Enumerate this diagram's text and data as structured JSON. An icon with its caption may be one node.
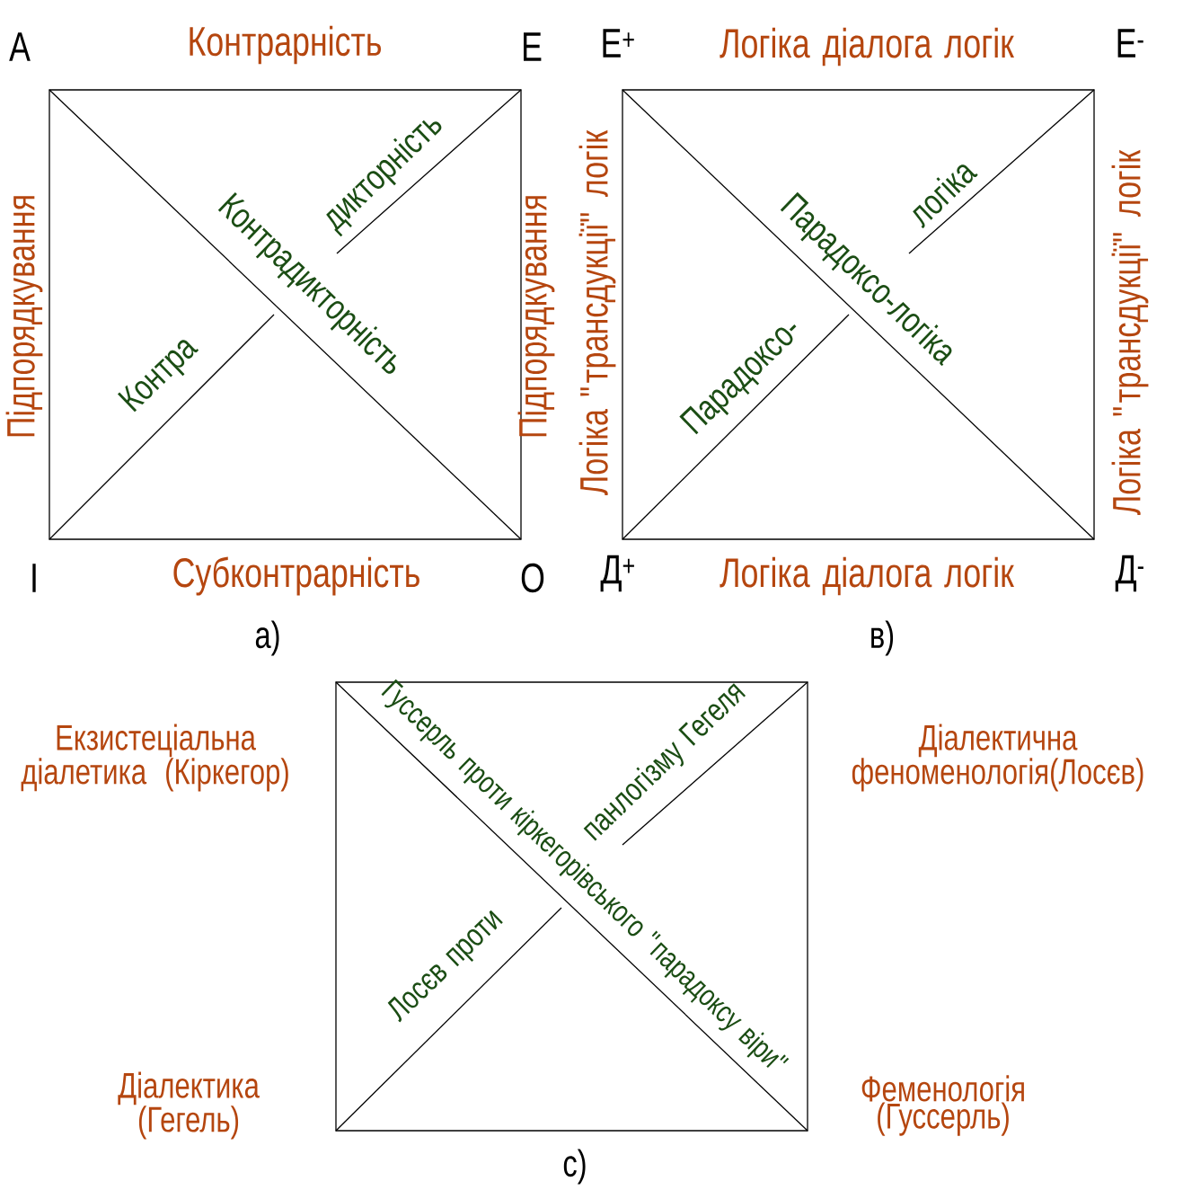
{
  "diagram": {
    "nodes": [
      {
        "text": [
          "Контрадикторність",
          "Контра",
          "дикторність"
        ]
      },
      {
        "text": [
          "Парадоксо-логіка",
          "Парадоксо-",
          "логіка"
        ]
      },
      {
        "text": [
          "Гуссерль проти кіркегорівського \"парадоксу віри\"",
          "Лосєв проти",
          "панлогізму Гегеля"
        ]
      }
    ],
    "edges": [],
    "labels": [
      "A",
      "Контрарність",
      "E",
      "E$^{+}$",
      "Логіка діалога логік",
      "E$^{-}$",
      "Підпорядкування",
      "Підпорядкування",
      "Логіка \"трансдукції\" логік",
      "Логіка \"трансдукції\" логік",
      "I",
      "Субконтрарність",
      "O",
      "Д$^{+}$",
      "Логіка діалога логік",
      "Д$^{-}$",
      "а)",
      "в)",
      "Екзистеціальна діалетика (Кіркегор)",
      "Діалектична феноменологія(Лосєв)",
      "Діалектика (Гегель)",
      "Феменологія (Гуссерль)",
      "с)"
    ]
  }
}
